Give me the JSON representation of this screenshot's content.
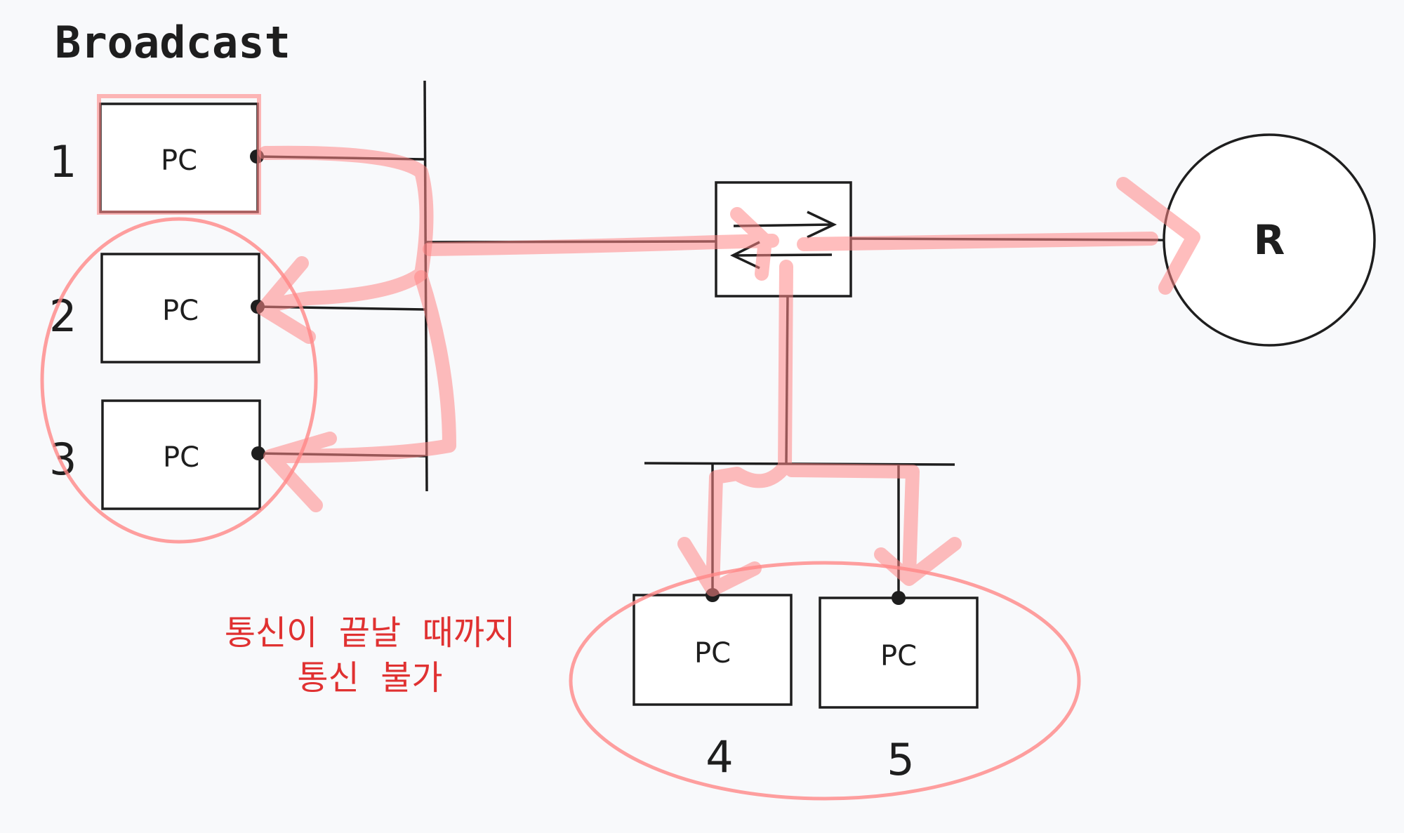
{
  "title": "Broadcast",
  "pcs": [
    {
      "label": "PC",
      "number": "1"
    },
    {
      "label": "PC",
      "number": "2"
    },
    {
      "label": "PC",
      "number": "3"
    },
    {
      "label": "PC",
      "number": "4"
    },
    {
      "label": "PC",
      "number": "5"
    }
  ],
  "router": {
    "label": "R"
  },
  "note": {
    "line1": "통신이  끝날  때까지",
    "line2": "통신  불가"
  },
  "colors": {
    "ink": "#1e1e1e",
    "highlight": "#ff8787",
    "note": "#e03131",
    "background": "#f8f9fb"
  },
  "icons": {
    "switch": "bidirectional-arrows-icon"
  }
}
